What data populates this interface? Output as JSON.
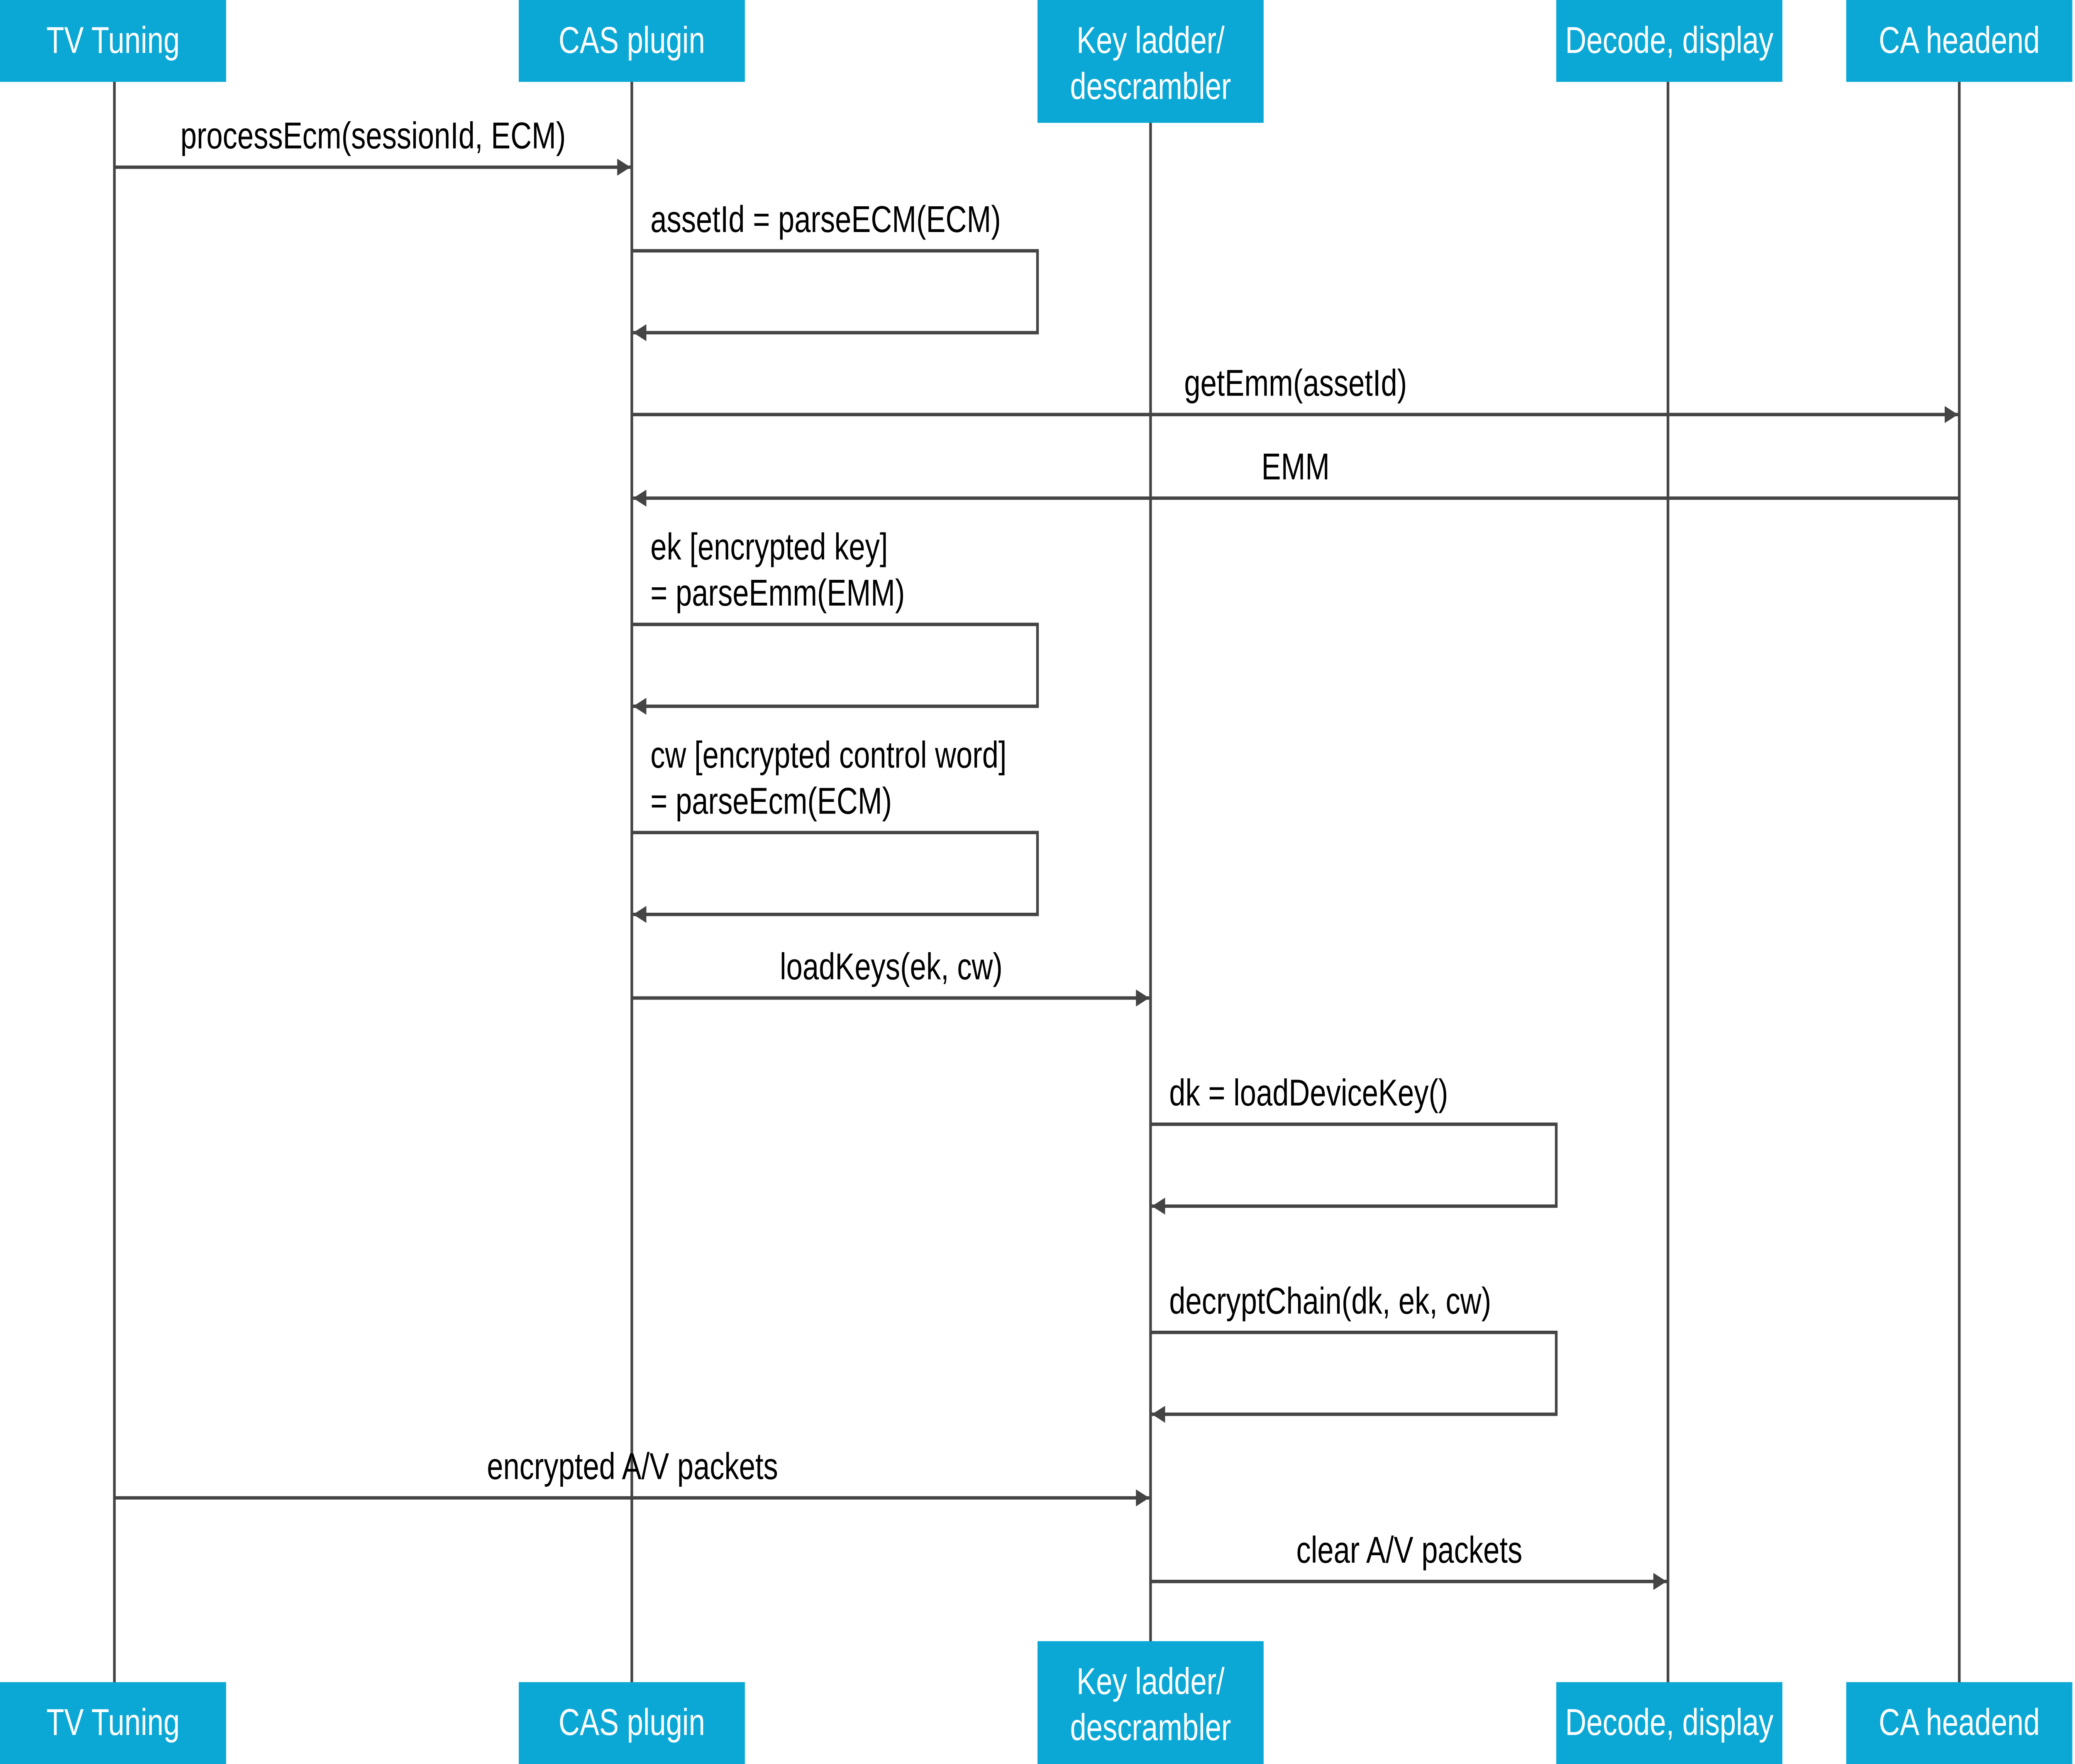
{
  "colors": {
    "participant_fill": "#0BA8D6",
    "participant_text": "#FFFFFF",
    "line": "#444444",
    "label": "#000000"
  },
  "participants": [
    {
      "name": [
        "TV Tuning"
      ]
    },
    {
      "name": [
        "CAS plugin"
      ]
    },
    {
      "name": [
        "Key ladder/",
        "descrambler"
      ]
    },
    {
      "name": [
        "Decode, display"
      ]
    },
    {
      "name": [
        "CA headend"
      ]
    }
  ],
  "messages": [
    {
      "from": 0,
      "to": 1,
      "label": [
        "processEcm(sessionId, ECM)"
      ]
    },
    {
      "from": 1,
      "to": 1,
      "label": [
        "assetId = parseECM(ECM)"
      ]
    },
    {
      "from": 1,
      "to": 4,
      "label": [
        "getEmm(assetId)"
      ]
    },
    {
      "from": 4,
      "to": 1,
      "label": [
        "EMM"
      ]
    },
    {
      "from": 1,
      "to": 1,
      "label": [
        "ek [encrypted key]",
        "= parseEmm(EMM)"
      ]
    },
    {
      "from": 1,
      "to": 1,
      "label": [
        "cw [encrypted control word]",
        "= parseEcm(ECM)"
      ]
    },
    {
      "from": 1,
      "to": 2,
      "label": [
        "loadKeys(ek, cw)"
      ]
    },
    {
      "from": 2,
      "to": 2,
      "label": [
        "dk = loadDeviceKey()"
      ]
    },
    {
      "from": 2,
      "to": 2,
      "label": [
        "decryptChain(dk, ek, cw)"
      ]
    },
    {
      "from": 0,
      "to": 2,
      "label": [
        "encrypted A/V packets"
      ]
    },
    {
      "from": 2,
      "to": 3,
      "label": [
        "clear A/V packets"
      ]
    }
  ]
}
